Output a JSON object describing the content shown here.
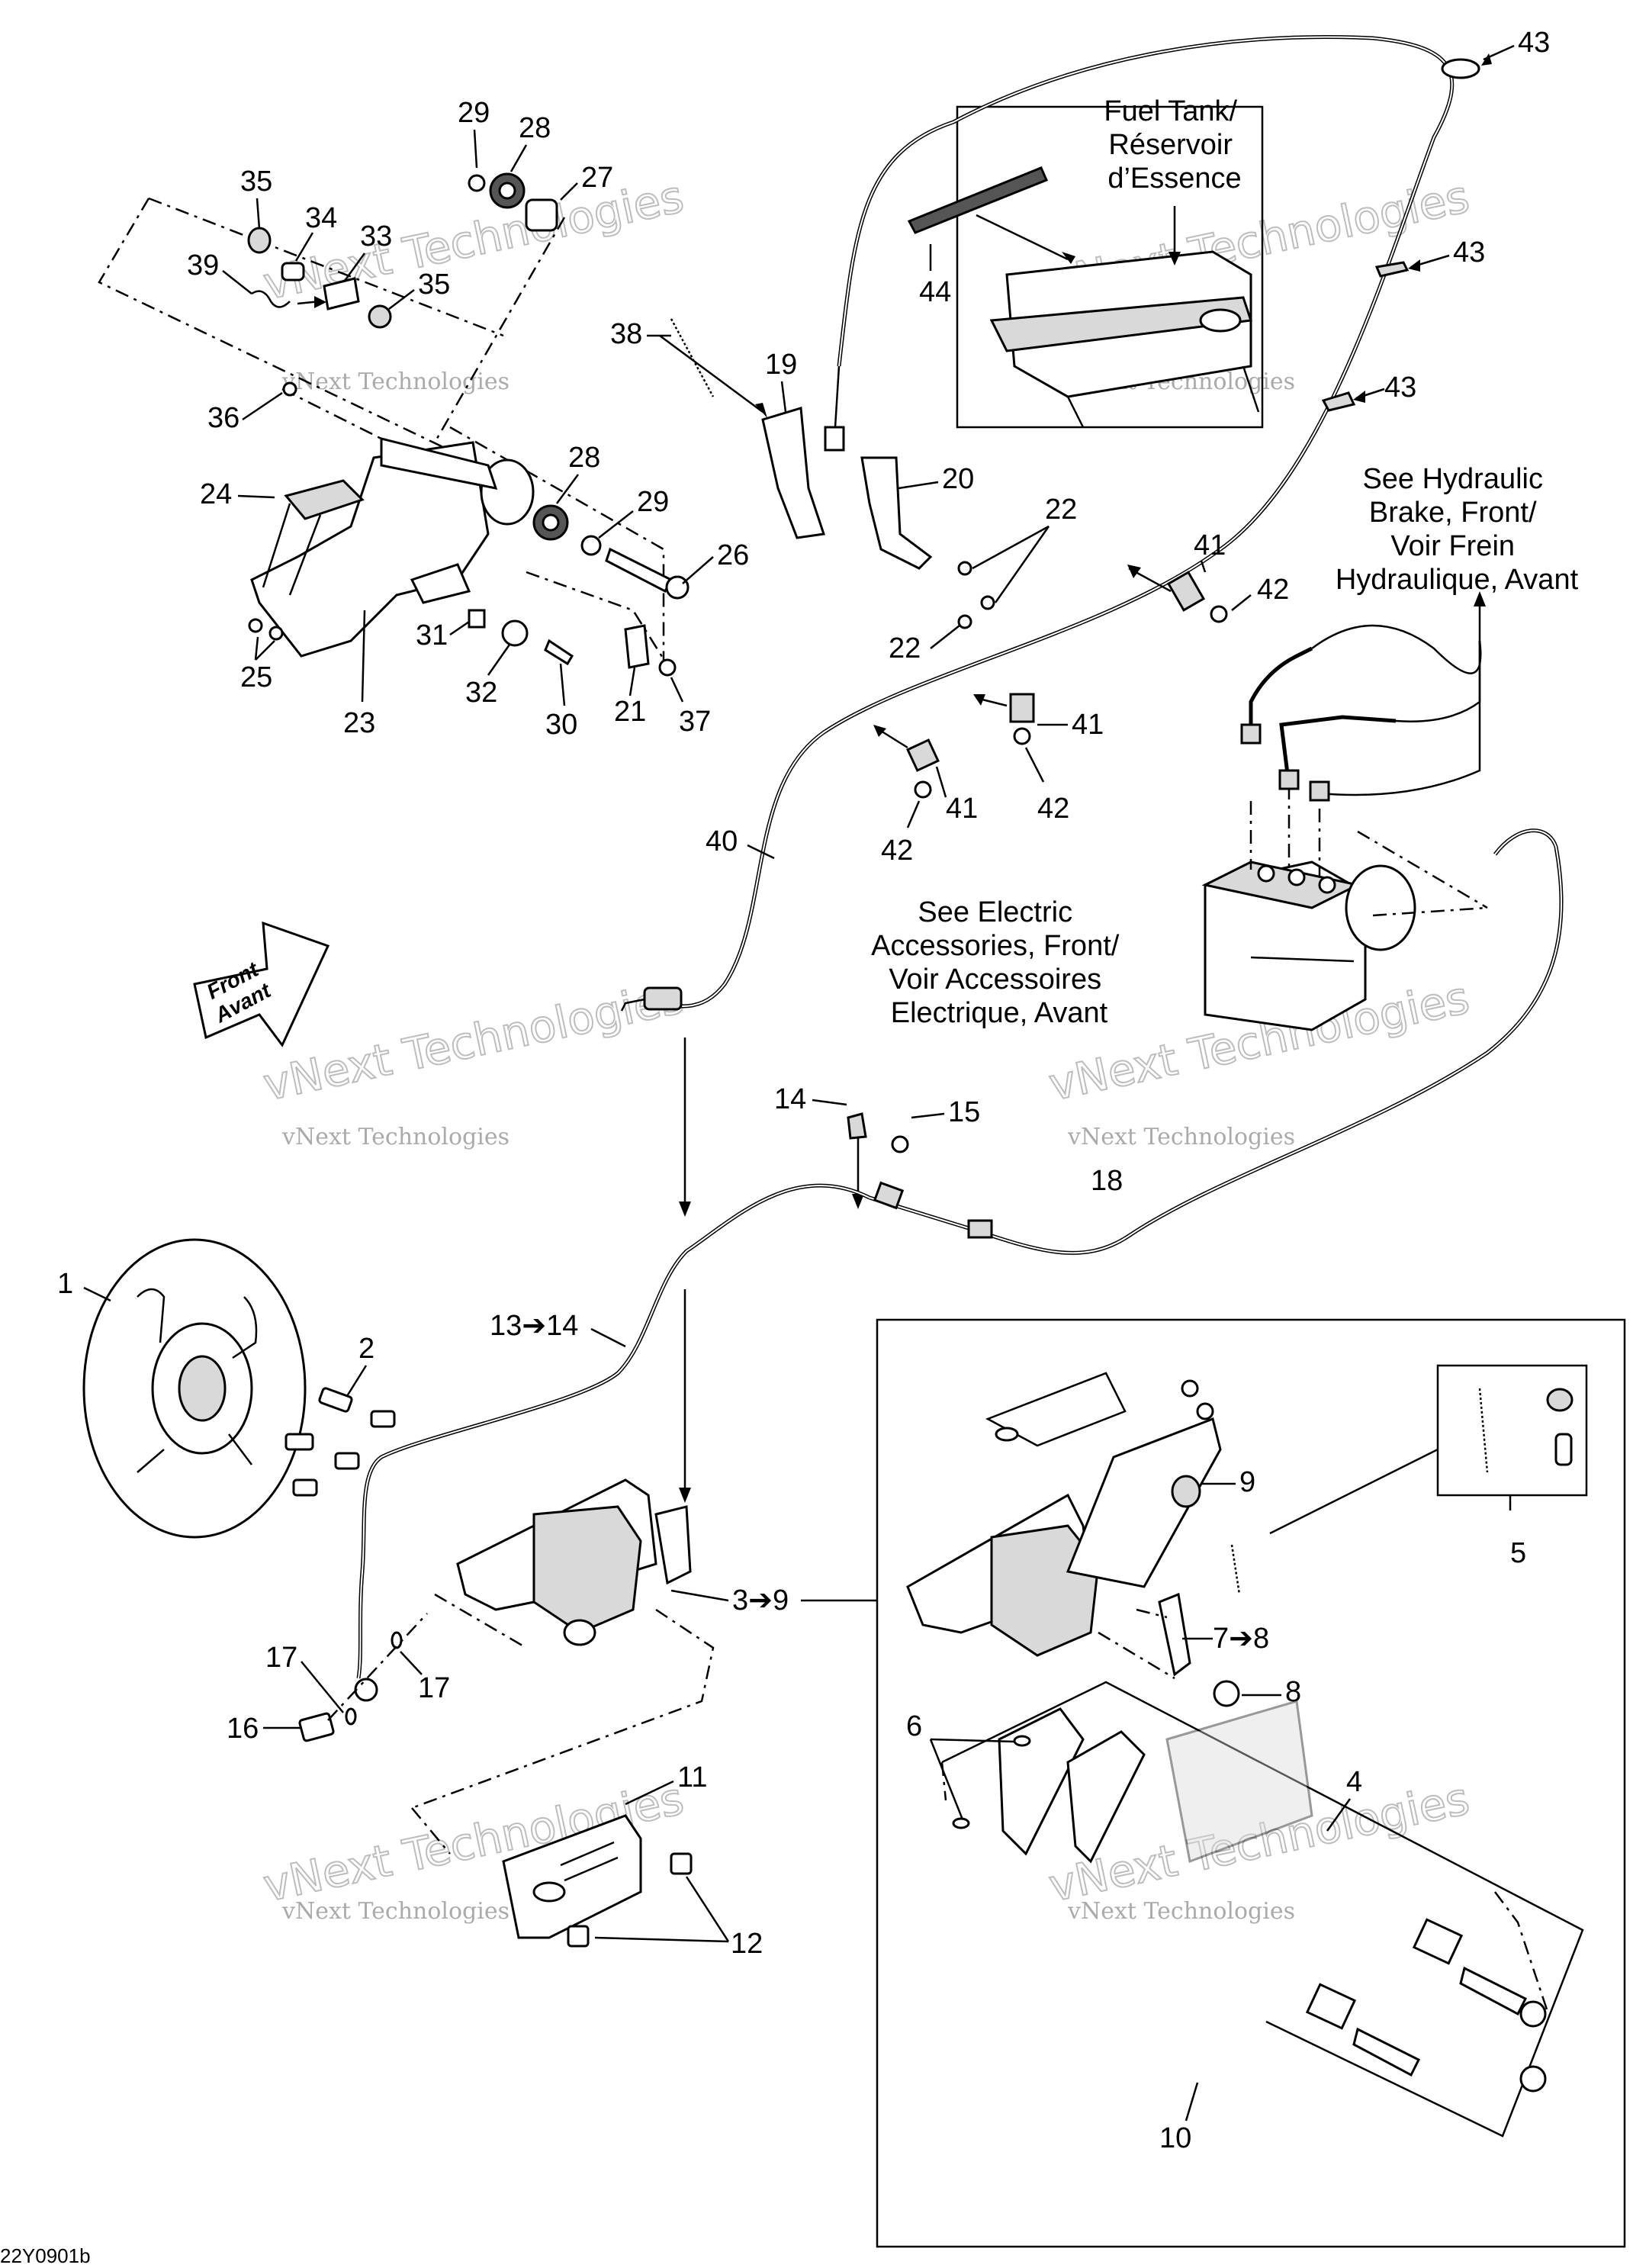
{
  "figure_id": "22Y0901b",
  "callouts": {
    "c1": "1",
    "c2": "2",
    "c3_9": "3➔9",
    "c4": "4",
    "c5": "5",
    "c6": "6",
    "c7_8": "7➔8",
    "c8": "8",
    "c9": "9",
    "c10": "10",
    "c11": "11",
    "c12": "12",
    "c13_14": "13➔14",
    "c14": "14",
    "c15": "15",
    "c16": "16",
    "c17a": "17",
    "c17b": "17",
    "c18": "18",
    "c19": "19",
    "c20": "20",
    "c21": "21",
    "c22a": "22",
    "c22b": "22",
    "c23": "23",
    "c24": "24",
    "c25": "25",
    "c26": "26",
    "c27": "27",
    "c28a": "28",
    "c28b": "28",
    "c29a": "29",
    "c29b": "29",
    "c30": "30",
    "c31": "31",
    "c32": "32",
    "c33": "33",
    "c34": "34",
    "c35a": "35",
    "c35b": "35",
    "c36": "36",
    "c37": "37",
    "c38": "38",
    "c39": "39",
    "c40": "40",
    "c41a": "41",
    "c41b": "41",
    "c41c": "41",
    "c42a": "42",
    "c42b": "42",
    "c42c": "42",
    "c43a": "43",
    "c43b": "43",
    "c43c": "43",
    "c44": "44"
  },
  "notes": {
    "fuel_tank": [
      "Fuel Tank/",
      "Réservoir",
      "d’Essence"
    ],
    "hydraulic": [
      "See Hydraulic",
      "Brake, Front/",
      "Voir Frein",
      "Hydraulique, Avant"
    ],
    "electric": [
      "See Electric",
      "Accessories, Front/",
      "Voir Accessoires",
      "Electrique, Avant"
    ],
    "front_arrow": [
      "Front",
      "Avant"
    ]
  },
  "watermark": {
    "small": "vNext Technologies",
    "big": "vNext Technologies"
  }
}
